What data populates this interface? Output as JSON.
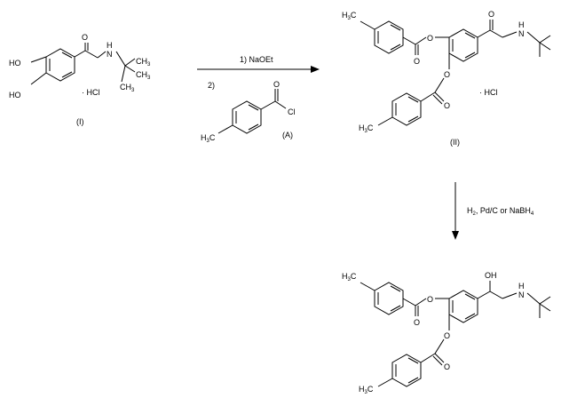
{
  "compound_I": {
    "oh_top": "HO",
    "oh_bottom": "HO",
    "carbonyl_o": "O",
    "nh": "N",
    "h": "H",
    "ch3_1": "CH",
    "ch3_2": "CH",
    "ch3_3": "CH",
    "sub": "3",
    "salt": "· HCl",
    "label": "(I)"
  },
  "step1": {
    "reagent1": "1) NaOEt",
    "reagent2_index": "2)",
    "reagent_A": {
      "o": "O",
      "cl": "Cl",
      "h3c": "H",
      "h3c_sub": "3",
      "h3c_c": "C",
      "label": "(A)"
    }
  },
  "compound_II": {
    "h3c_top": "H",
    "h3c_bottom": "H",
    "sub": "3",
    "c": "C",
    "o_ester1": "O",
    "o_carbonyl1": "O",
    "o_ester2": "O",
    "o_carbonyl2": "O",
    "o_ketone": "O",
    "nh": "N",
    "h": "H",
    "salt": "· HCl",
    "label": "(II)"
  },
  "step2": {
    "h2": "H",
    "h2_sub": "2",
    "rest": ", Pd/C or NaBH",
    "nabh_sub": "4"
  },
  "compound_III": {
    "h3c_top": "H",
    "h3c_bottom": "H",
    "sub": "3",
    "c": "C",
    "o_ester1": "O",
    "o_carbonyl1": "O",
    "o_ester2": "O",
    "o_carbonyl2": "O",
    "oh": "OH",
    "nh": "N",
    "h": "H"
  }
}
